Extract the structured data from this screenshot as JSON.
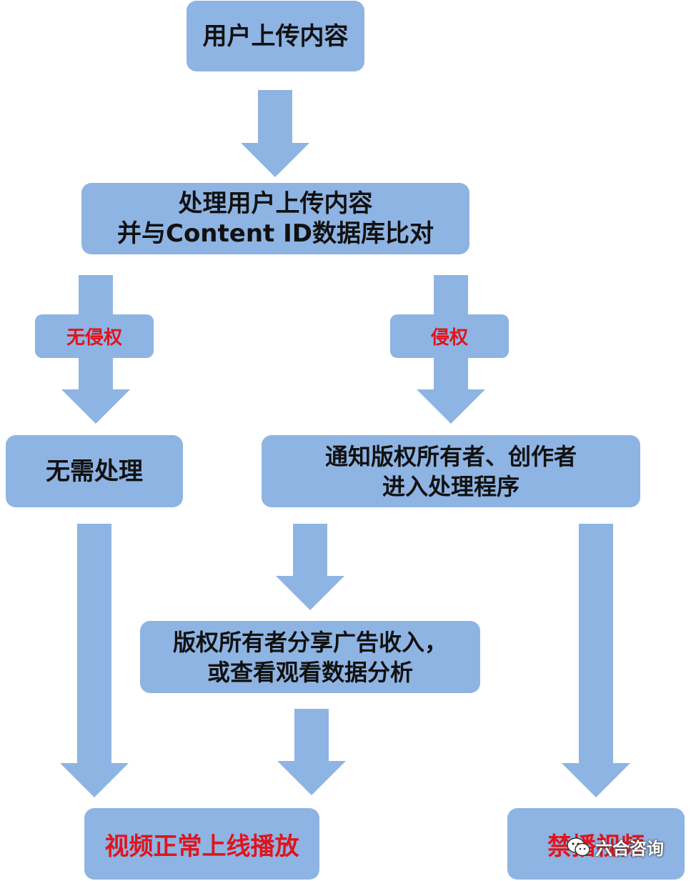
{
  "nodes": {
    "upload": {
      "text": "用户上传内容"
    },
    "compare": {
      "line1": "处理用户上传内容",
      "line2": "并与Content ID数据库比对"
    },
    "no_infringe_label": {
      "text": "无侵权"
    },
    "infringe_label": {
      "text": "侵权"
    },
    "no_action": {
      "text": "无需处理"
    },
    "notify": {
      "line1": "通知版权所有者、创作者",
      "line2": "进入处理程序"
    },
    "share": {
      "line1": "版权所有者分享广告收入，",
      "line2": "或查看观看数据分析"
    },
    "publish": {
      "text": "视频正常上线播放"
    },
    "ban": {
      "text": "禁播视频"
    }
  },
  "watermark": {
    "text": "六合咨询",
    "icon": "wechat-icon"
  },
  "colors": {
    "box_fill": "#8eb4e3",
    "arrow_fill": "#8eb4e3",
    "text": "#111111",
    "highlight_text": "#e0141c"
  }
}
